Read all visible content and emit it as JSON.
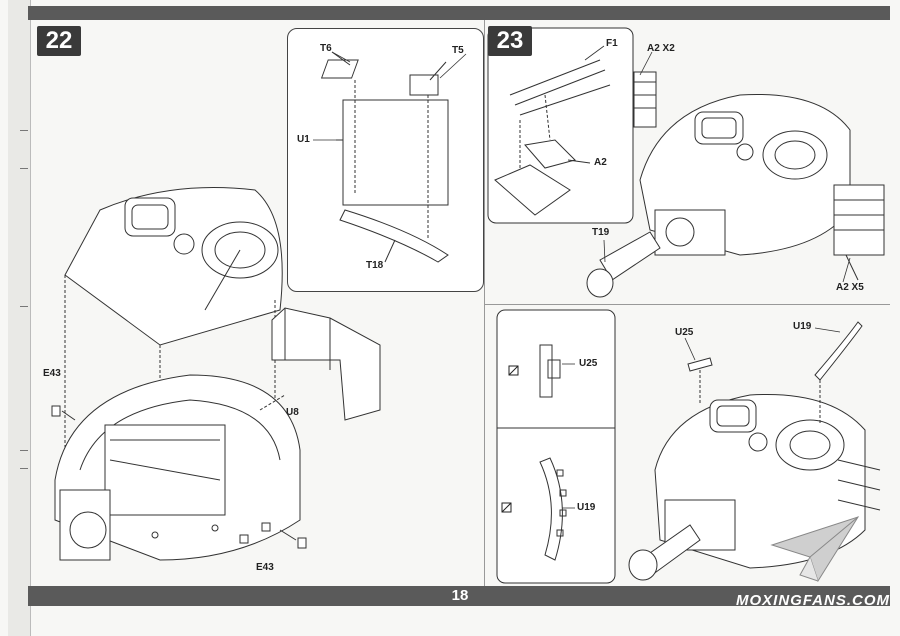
{
  "page": {
    "number": "18",
    "watermark": "MOXINGFANS.COM"
  },
  "step22": {
    "number": "22",
    "labels": {
      "t6": "T6",
      "t5": "T5",
      "u1": "U1",
      "t18": "T18",
      "e43_top": "E43",
      "e43_bottom": "E43",
      "u8": "U8"
    }
  },
  "step23": {
    "number": "23",
    "labels": {
      "f1": "F1",
      "a2": "A2",
      "a2x2": "A2 X2",
      "a2x5": "A2 X5",
      "t19": "T19"
    }
  },
  "step24": {
    "labels": {
      "u25_detail": "U25",
      "u19_detail": "U19",
      "u25": "U25",
      "u19": "U19"
    }
  }
}
